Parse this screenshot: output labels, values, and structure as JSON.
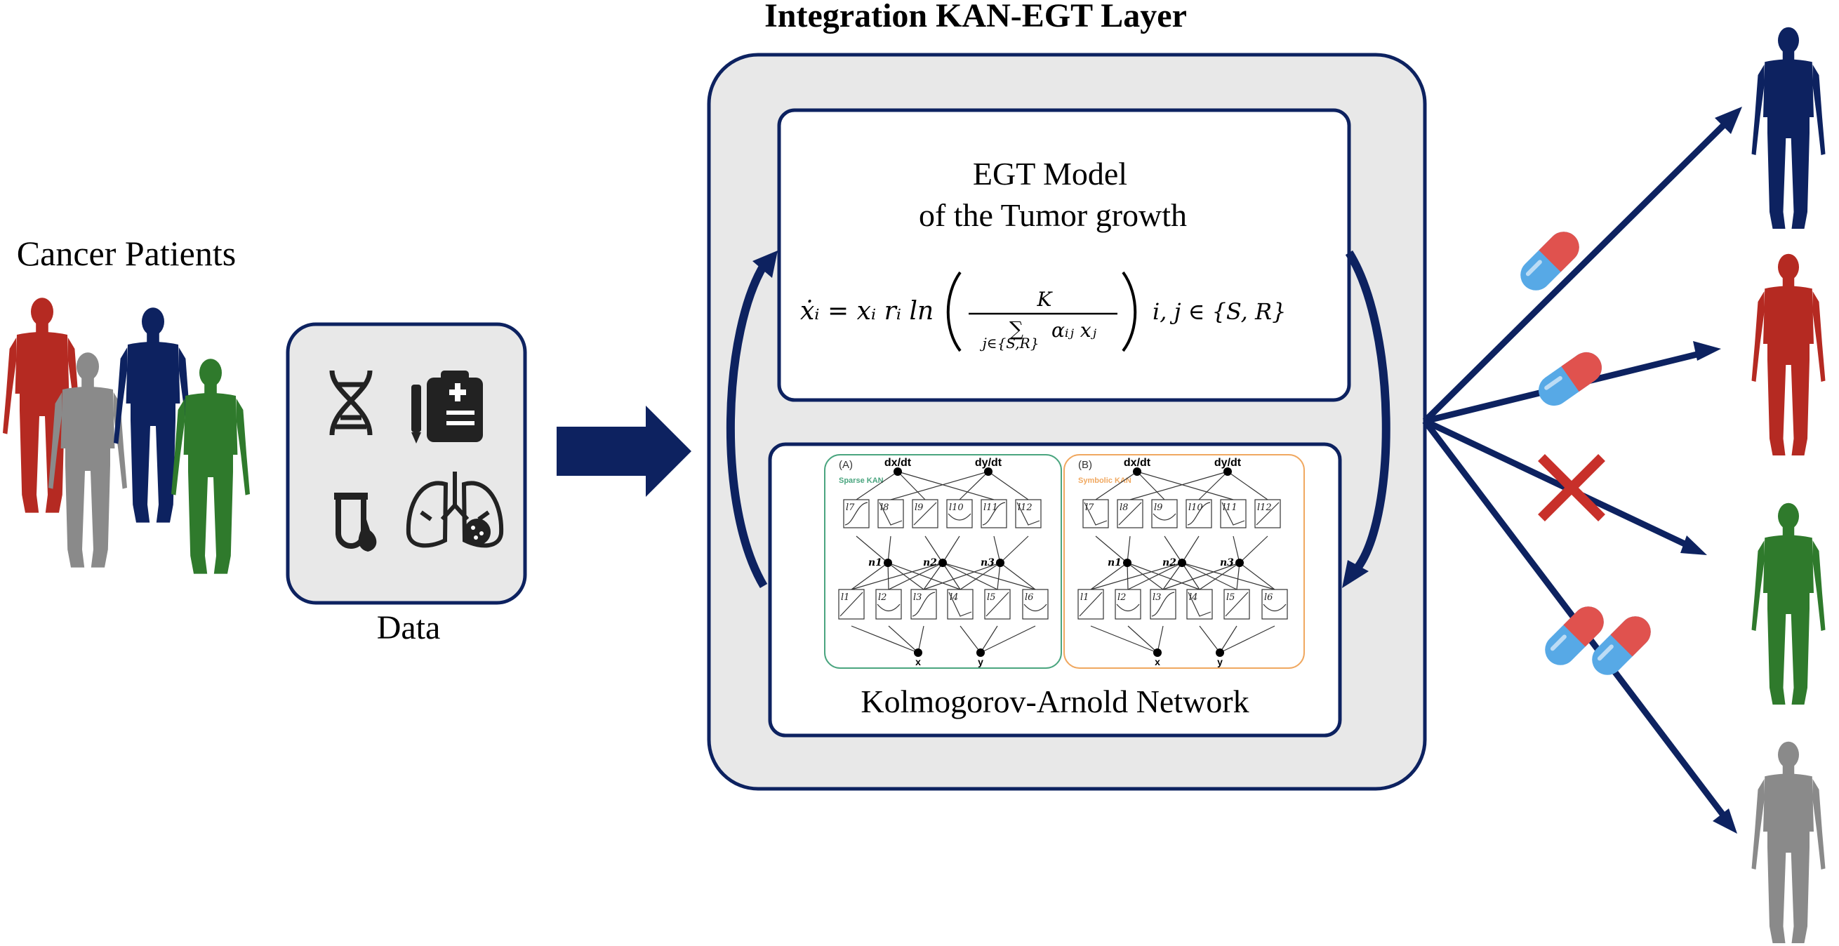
{
  "title": "Integration KAN-EGT Layer",
  "patients_label": "Cancer Patients",
  "data_label": "Data",
  "egt": {
    "title_line1": "EGT Model",
    "title_line2": "of the Tumor growth",
    "eq_lhs": "ẋᵢ = xᵢ rᵢ ln",
    "eq_num": "K",
    "eq_den": "αᵢⱼ xⱼ",
    "eq_sum": "∑",
    "eq_sum_index": "j∈{S,R}",
    "eq_domain": "i, j ∈ {S, R}"
  },
  "kan": {
    "caption": "Kolmogorov-Arnold Network",
    "panel_a_label": "(A)",
    "panel_a_name": "Sparse KAN",
    "panel_b_label": "(B)",
    "panel_b_name": "Symbolic KAN",
    "output_left": "dx/dt",
    "output_right": "dy/dt",
    "input_left": "x",
    "input_right": "y",
    "upper_funcs": [
      "l7",
      "l8",
      "l9",
      "l10",
      "l11",
      "l12"
    ],
    "lower_funcs": [
      "l1",
      "l2",
      "l3",
      "l4",
      "l5",
      "l6"
    ],
    "hidden_nodes": [
      "n1",
      "n2",
      "n3"
    ]
  },
  "colors": {
    "navy": "#0d2260",
    "red": "#b52a22",
    "gray": "#8a8a8a",
    "green": "#2f7a2c",
    "panel_bg": "#e8e8e8",
    "sparse_green": "#4aa57f",
    "symbolic_orange": "#f0a860",
    "pill_red": "#e0524e",
    "pill_blue": "#57a9e6",
    "cross_red": "#c8302a"
  },
  "icons": [
    "dna-icon",
    "clipboard-icon",
    "blood-tube-icon",
    "lungs-icon",
    "pill-icon",
    "cross-icon",
    "human-figure-icon"
  ]
}
